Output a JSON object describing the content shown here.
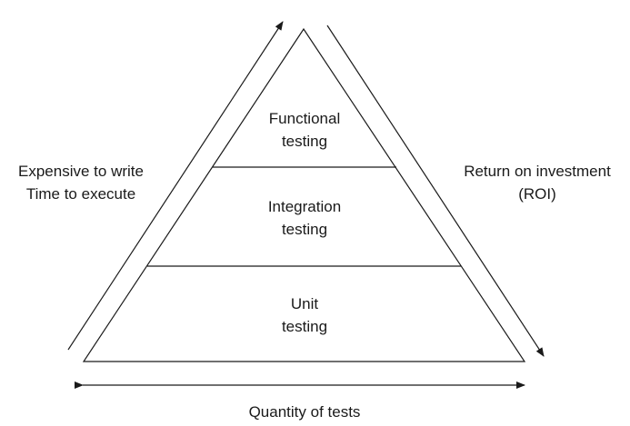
{
  "pyramid": {
    "layers": [
      {
        "line1": "Functional",
        "line2": "testing"
      },
      {
        "line1": "Integration",
        "line2": "testing"
      },
      {
        "line1": "Unit",
        "line2": "testing"
      }
    ]
  },
  "left_axis": {
    "line1": "Expensive to write",
    "line2": "Time to execute"
  },
  "right_axis": {
    "line1": "Return on investment",
    "line2": "(ROI)"
  },
  "bottom_axis": {
    "label": "Quantity of tests"
  },
  "colors": {
    "stroke": "#1a1a1a",
    "background": "#ffffff"
  }
}
